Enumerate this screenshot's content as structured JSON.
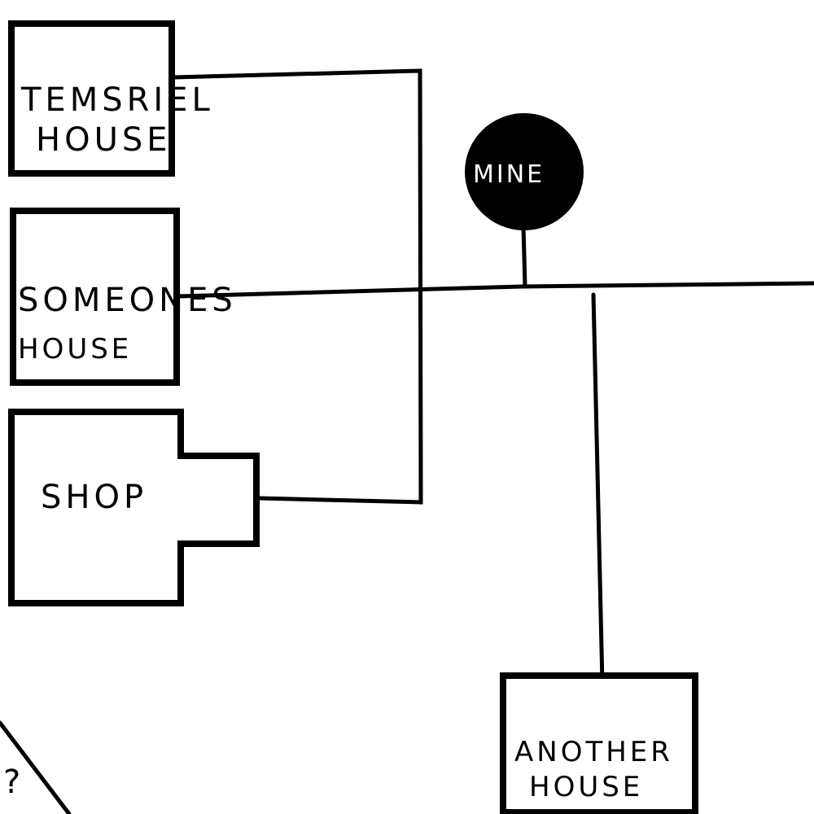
{
  "diagram": {
    "stroke_color": "#000000",
    "background_color": "#ffffff",
    "nodes": {
      "temsriel_house": {
        "line1": "TEMSRIEL",
        "line2": "HOUSE"
      },
      "someones_house": {
        "line1": "SOMEONES",
        "line2": "HOUSE"
      },
      "shop": {
        "label": "SHOP"
      },
      "mine": {
        "label": "MINE"
      },
      "another_house": {
        "line1": "ANOTHER",
        "line2": "HOUSE"
      },
      "unknown_corner": {
        "label": "?"
      }
    }
  }
}
